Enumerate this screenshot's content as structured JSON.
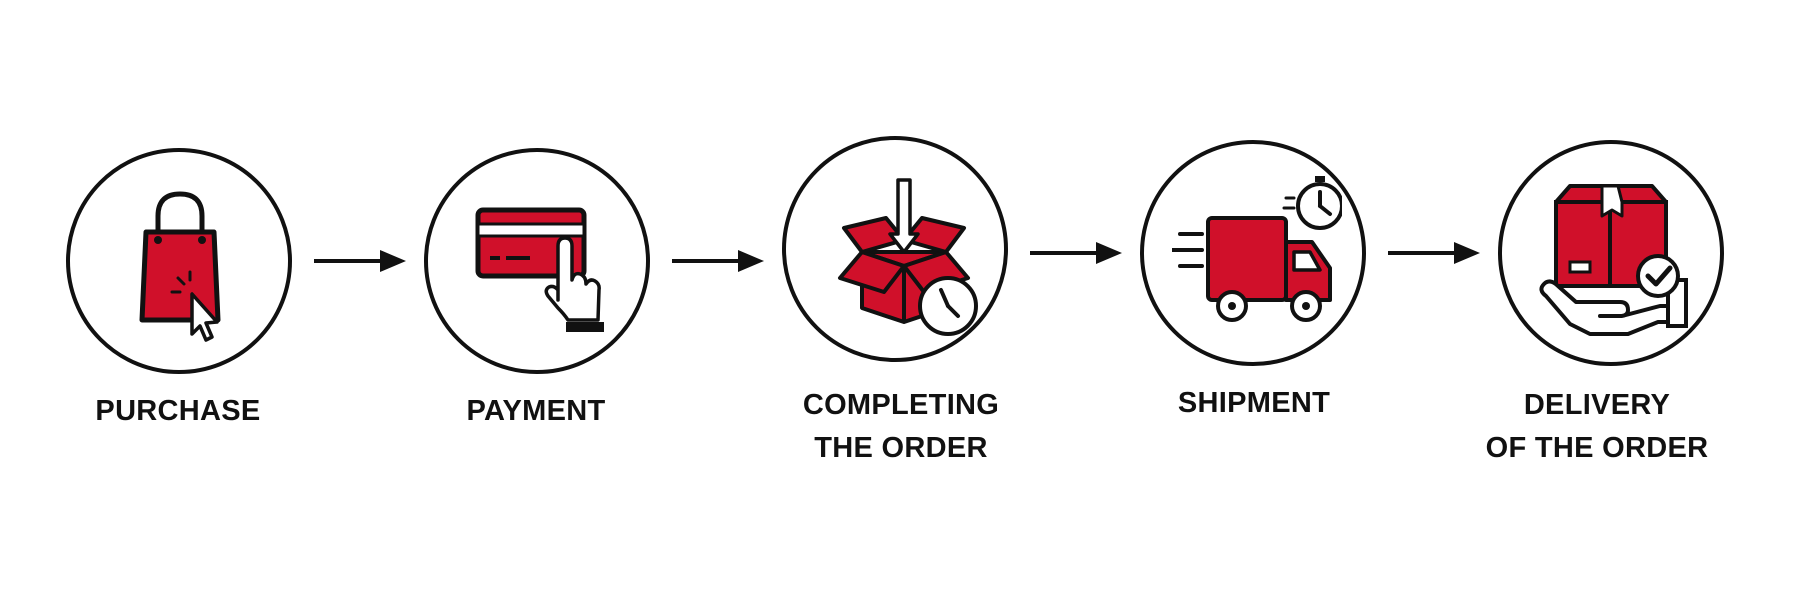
{
  "colors": {
    "accent": "#D0102A",
    "outline": "#111111",
    "background": "#FFFFFF"
  },
  "steps": [
    {
      "label_lines": [
        "PURCHASE"
      ],
      "icon": "shopping-bag-cursor-icon"
    },
    {
      "label_lines": [
        "PAYMENT"
      ],
      "icon": "credit-card-hand-icon"
    },
    {
      "label_lines": [
        "COMPLETING",
        "THE ORDER"
      ],
      "icon": "open-box-clock-icon"
    },
    {
      "label_lines": [
        "SHIPMENT"
      ],
      "icon": "delivery-truck-timer-icon"
    },
    {
      "label_lines": [
        "DELIVERY",
        "OF THE ORDER"
      ],
      "icon": "package-hand-check-icon"
    }
  ],
  "connector_icon": "right-arrow-icon"
}
